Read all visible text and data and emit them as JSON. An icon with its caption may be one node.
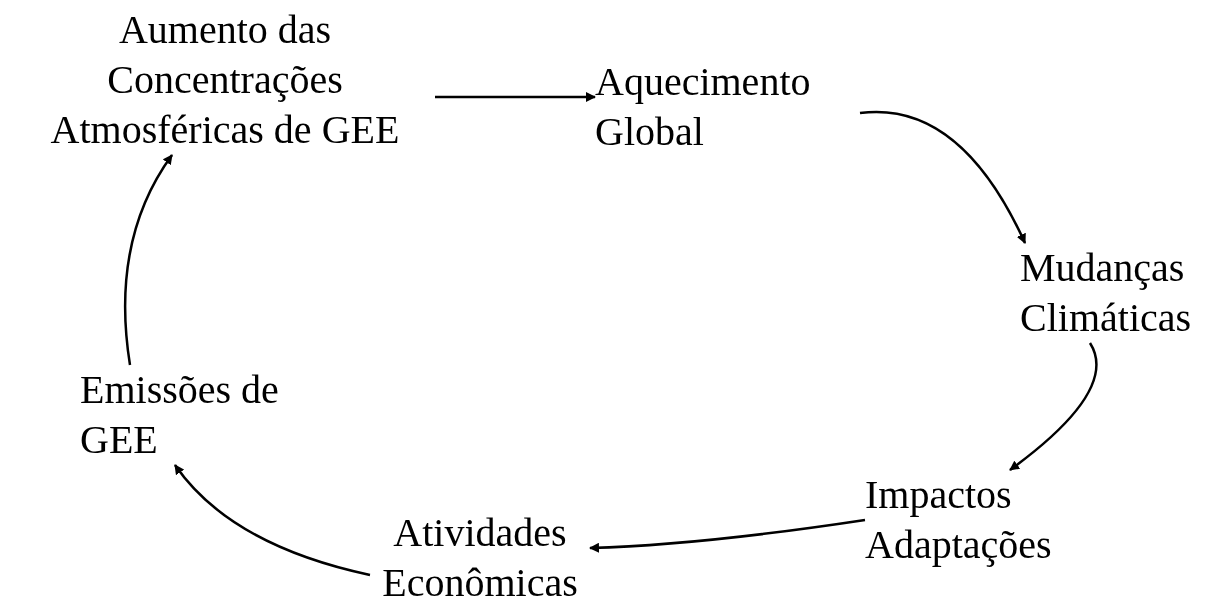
{
  "diagram": {
    "nodes": [
      {
        "text": [
          "Aumento das Concentrações Atmosféricas de GEE"
        ]
      },
      {
        "text": [
          "Aquecimento Global"
        ]
      },
      {
        "text": [
          "Mudanças Climáticas"
        ]
      },
      {
        "text": [
          "Impactos Adaptações"
        ]
      },
      {
        "text": [
          "Atividades Econômicas"
        ]
      },
      {
        "text": [
          "Emissões de GEE"
        ]
      }
    ],
    "edges": [
      {
        "from": 0,
        "to": 1,
        "arrow": "to"
      },
      {
        "from": 1,
        "to": 2,
        "arrow": "to"
      },
      {
        "from": 2,
        "to": 3,
        "arrow": "to"
      },
      {
        "from": 3,
        "to": 4,
        "arrow": "to"
      },
      {
        "from": 4,
        "to": 5,
        "arrow": "to"
      },
      {
        "from": 5,
        "to": 0,
        "arrow": "to"
      }
    ]
  }
}
